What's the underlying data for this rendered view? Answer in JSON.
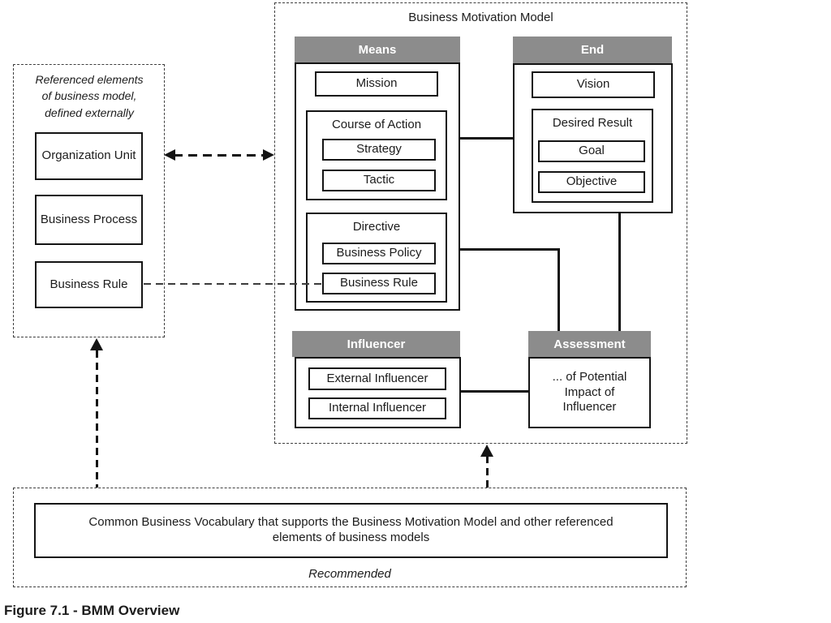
{
  "figure": {
    "caption": "Figure 7.1 - BMM Overview"
  },
  "colors": {
    "header_gray": "#8c8c8c",
    "line_black": "#141414",
    "background": "#ffffff"
  },
  "external_panel": {
    "note": "Referenced elements\nof business model,\ndefined externally",
    "items": [
      "Organization Unit",
      "Business Process",
      "Business Rule"
    ]
  },
  "bmm": {
    "title": "Business Motivation Model",
    "means": {
      "header": "Means",
      "mission": "Mission",
      "course_of_action": {
        "label": "Course of Action",
        "children": [
          "Strategy",
          "Tactic"
        ]
      },
      "directive": {
        "label": "Directive",
        "children": [
          "Business Policy",
          "Business Rule"
        ]
      }
    },
    "end": {
      "header": "End",
      "vision": "Vision",
      "desired_result": {
        "label": "Desired Result",
        "children": [
          "Goal",
          "Objective"
        ]
      }
    },
    "influencer": {
      "header": "Influencer",
      "children": [
        "External Influencer",
        "Internal Influencer"
      ]
    },
    "assessment": {
      "header": "Assessment",
      "body": "... of Potential\nImpact of\nInfluencer"
    }
  },
  "vocabulary_panel": {
    "body": "Common Business Vocabulary that supports the Business Motivation Model and other referenced\nelements of business models",
    "note": "Recommended"
  }
}
